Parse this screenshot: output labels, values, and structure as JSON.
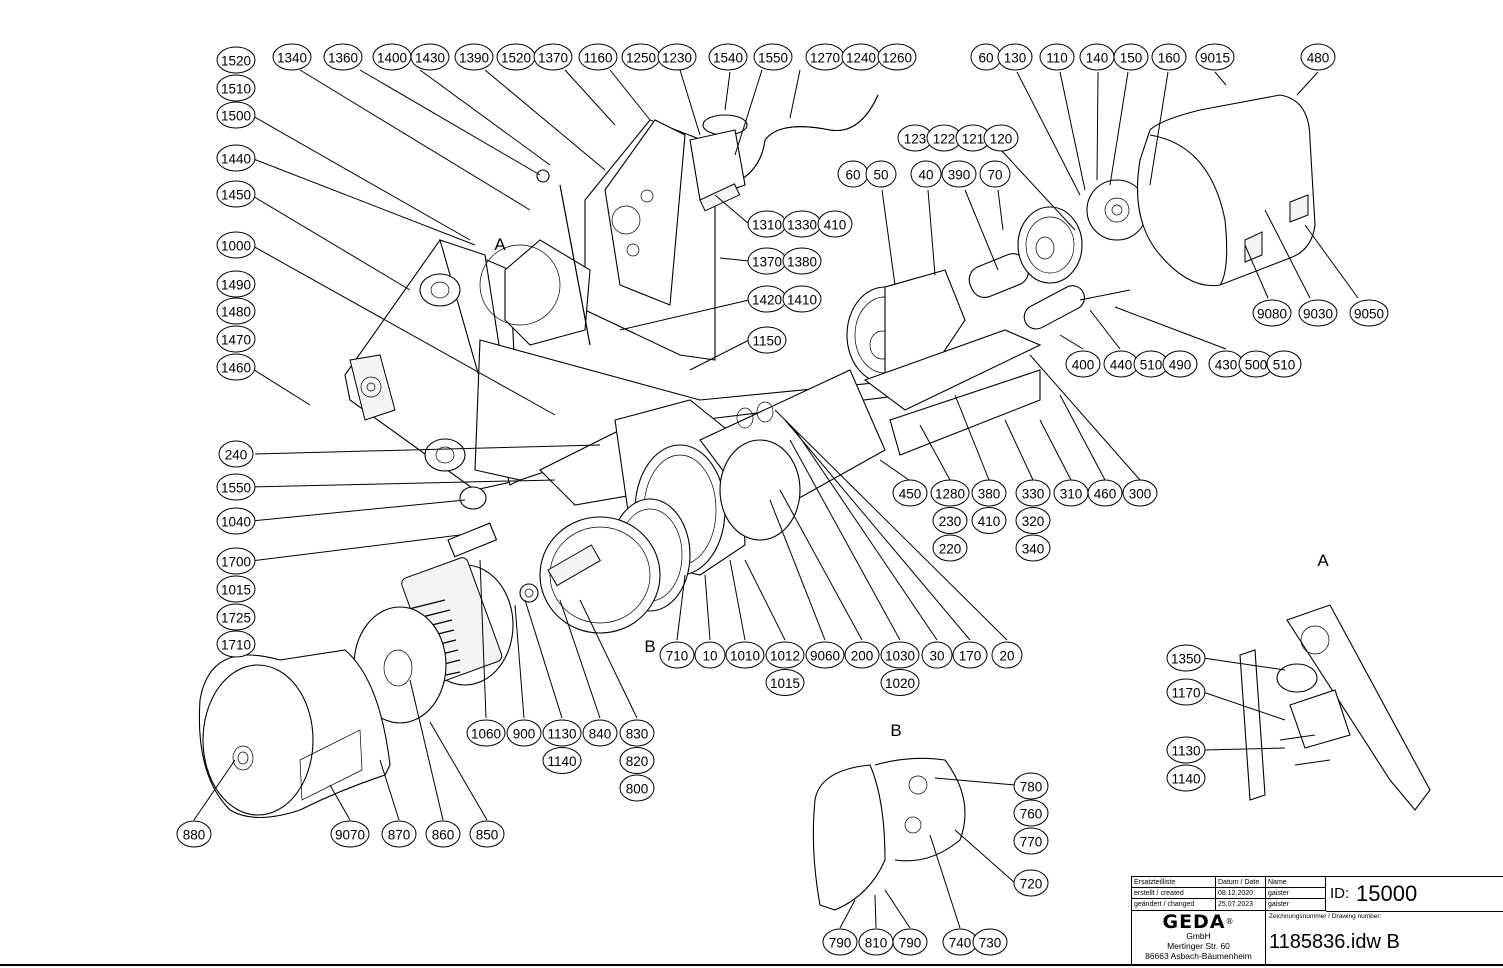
{
  "document": {
    "type": "exploded parts drawing",
    "manufacturer": "GEDA GmbH"
  },
  "view_labels": {
    "main_a": "A",
    "main_b": "B",
    "detail_a_title": "A",
    "detail_b_title": "B"
  },
  "balloons": {
    "top_left_column": [
      "1520",
      "1510",
      "1500",
      "1440",
      "1450",
      "1000",
      "1490",
      "1480",
      "1470",
      "1460"
    ],
    "left_lower_column": [
      "240",
      "1550",
      "1040",
      "1700",
      "1015",
      "1725",
      "1710"
    ],
    "top_row_frame": [
      "1340",
      "1360",
      "1400",
      "1430",
      "1390",
      "1520",
      "1370",
      "1160",
      "1250",
      "1230",
      "1540",
      "1550",
      "1270",
      "1240",
      "1260"
    ],
    "top_row_fan": [
      "60",
      "130",
      "110",
      "140",
      "150",
      "160",
      "9015",
      "480"
    ],
    "brake_group": [
      "123",
      "122",
      "121",
      "120"
    ],
    "motor_group": [
      "60",
      "50",
      "40",
      "390",
      "70"
    ],
    "right_of_frame": [
      "1310",
      "1330",
      "410",
      "1370",
      "1380",
      "1420",
      "1410",
      "1150"
    ],
    "hood_bottom": [
      "9080",
      "9030",
      "9050"
    ],
    "cylinder_group": [
      "400",
      "440",
      "510",
      "490",
      "430",
      "500",
      "510"
    ],
    "base_row": [
      {
        "stack": [
          "450"
        ]
      },
      {
        "stack": [
          "1280",
          "230",
          "220"
        ]
      },
      {
        "stack": [
          "380",
          "410"
        ]
      },
      {
        "stack": [
          "330",
          "320",
          "340"
        ]
      },
      {
        "stack": [
          "310"
        ]
      },
      {
        "stack": [
          "460"
        ]
      },
      {
        "stack": [
          "300"
        ]
      }
    ],
    "gearbox_row": [
      {
        "stack": [
          "710"
        ]
      },
      {
        "stack": [
          "10"
        ]
      },
      {
        "stack": [
          "1010"
        ]
      },
      {
        "stack": [
          "1012",
          "1015"
        ]
      },
      {
        "stack": [
          "9060"
        ]
      },
      {
        "stack": [
          "200"
        ]
      },
      {
        "stack": [
          "1030",
          "1020"
        ]
      },
      {
        "stack": [
          "30"
        ]
      },
      {
        "stack": [
          "170"
        ]
      },
      {
        "stack": [
          "20"
        ]
      }
    ],
    "drum_row": [
      {
        "stack": [
          "1060"
        ]
      },
      {
        "stack": [
          "900"
        ]
      },
      {
        "stack": [
          "1130",
          "1140"
        ]
      },
      {
        "stack": [
          "840"
        ]
      },
      {
        "stack": [
          "830",
          "820",
          "800"
        ]
      }
    ],
    "drum_cover_row": [
      "880",
      "9070",
      "870",
      "860",
      "850"
    ],
    "detail_a": [
      "1350",
      "1170",
      "1130",
      "1140"
    ],
    "detail_b_right": [
      "780",
      "760",
      "770",
      "720"
    ],
    "detail_b_bottom": [
      "790",
      "810",
      "790",
      "740",
      "730"
    ]
  },
  "title_block": {
    "header_col1": "Ersatzteilliste",
    "header_col2": "Datum / Date",
    "header_col3": "Name",
    "created_label": "erstellt / created",
    "created_date": "08.12.2020",
    "created_name": "gaister",
    "changed_label": "geändert / changed",
    "changed_date": "25.07.2023",
    "changed_name": "gaister",
    "id_label": "ID:",
    "id_value": "15000",
    "logo": "GEDA",
    "logo_reg": "®",
    "company": "GmbH",
    "street": "Mertinger Str. 60",
    "city": "86663 Asbach-Bäumenheim",
    "drawing_number_label": "Zeichnungsnummer / Drawing number:",
    "drawing_number": "1185836.idw B"
  }
}
